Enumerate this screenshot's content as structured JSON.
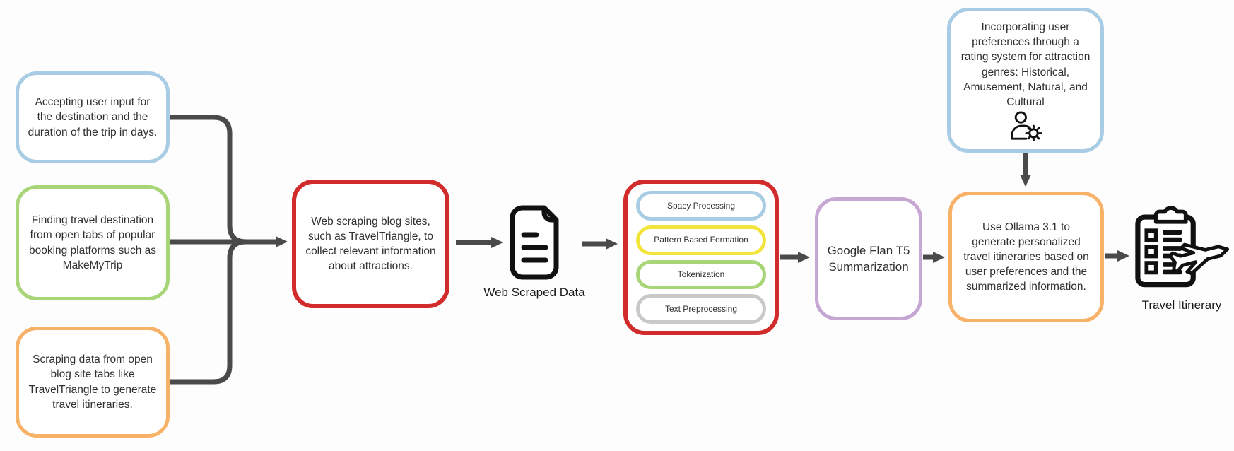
{
  "colors": {
    "node_blue": "#a7cce4",
    "node_green": "#a8d577",
    "node_orange": "#f7b267",
    "node_red": "#d22b2b",
    "node_purple": "#c6a7d3",
    "pill_yellow": "#f3e43b",
    "pill_gray": "#c9c9c9",
    "wire": "#4a4a4a",
    "text": "#303030",
    "icon": "#111111"
  },
  "nodes": {
    "user_input": {
      "text": "Accepting user input for the destination and the duration of the trip in days."
    },
    "booking_tabs": {
      "text": "Finding travel destination from open tabs of popular booking platforms such as MakeMyTrip"
    },
    "blog_tabs": {
      "text": "Scraping data from open blog site tabs like TravelTriangle to generate travel itineraries."
    },
    "web_scraping": {
      "text": "Web scraping blog sites, such as TravelTriangle, to collect relevant information about attractions."
    },
    "scraped_data": {
      "caption": "Web Scraped Data",
      "icon": "document-icon"
    },
    "pipeline": {
      "steps": [
        {
          "label": "Spacy Processing"
        },
        {
          "label": "Pattern Based Formation"
        },
        {
          "label": "Tokenization"
        },
        {
          "label": "Text Preprocessing"
        }
      ]
    },
    "summarization": {
      "text": "Google Flan T5 Summarization"
    },
    "preferences": {
      "text": "Incorporating user preferences through a rating system for attraction genres: Historical, Amusement, Natural, and Cultural",
      "icon": "user-gear-icon"
    },
    "ollama": {
      "text": "Use Ollama 3.1 to generate personalized travel itineraries based on user preferences and the summarized information."
    },
    "itinerary": {
      "caption": "Travel Itinerary",
      "icon": "clipboard-airplane-icon"
    }
  }
}
